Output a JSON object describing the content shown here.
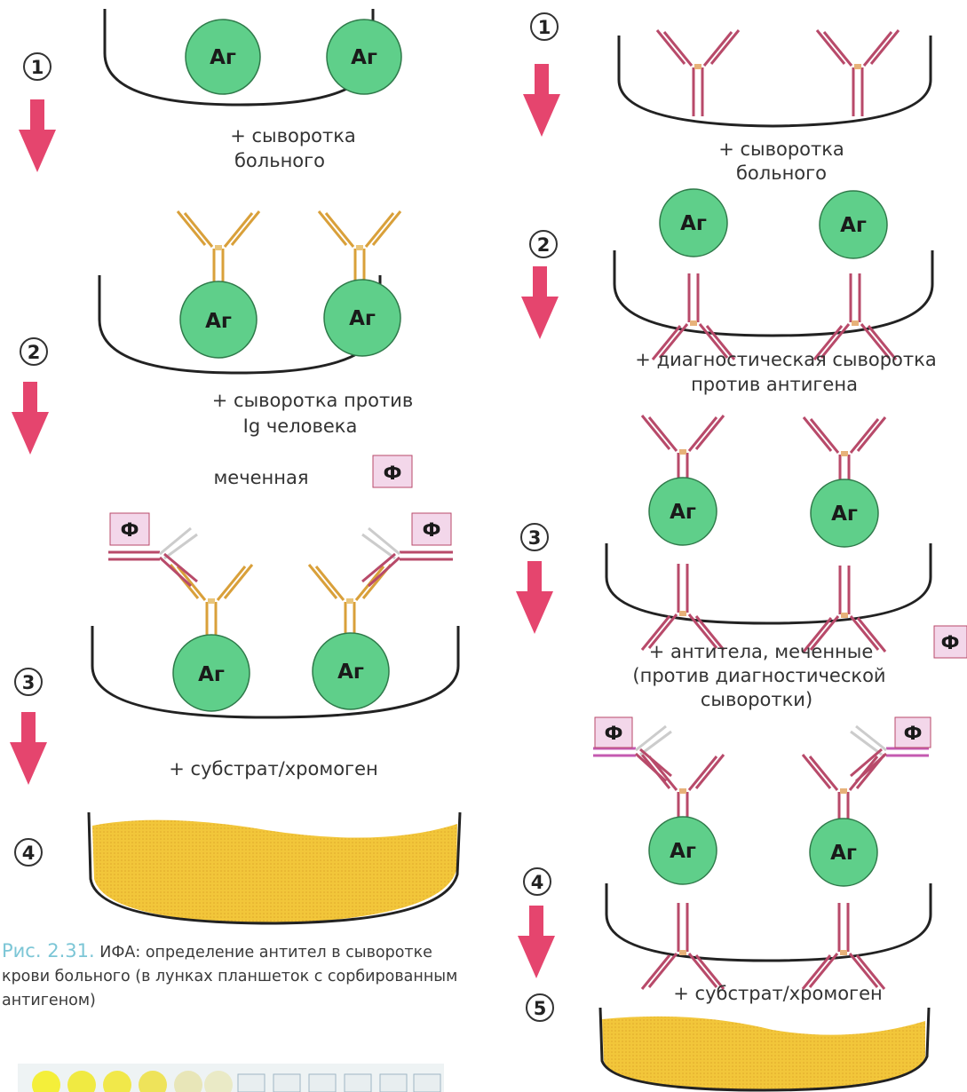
{
  "colors": {
    "antigen_fill": "#5fcf8a",
    "antigen_stroke": "#2f7a4a",
    "arrow": "#e5456e",
    "patient_antibody": "#d9a03a",
    "diagnostic_antibody": "#b84a6a",
    "substrate": "#f2c63a",
    "label_box": "#f3d7ea"
  },
  "symbols": {
    "antigen": "Аг",
    "label": "Ф"
  },
  "steps": [
    "1",
    "2",
    "3",
    "4",
    "5"
  ],
  "left": {
    "step1_text_l1": "+ сыворотка",
    "step1_text_l2": "больного",
    "step2_text_l1": "+ сыворотка против",
    "step2_text_l2": "Ig человека",
    "labeled": "меченная",
    "step3_text": "+ субстрат/хромоген"
  },
  "right": {
    "step1_text_l1": "+ сыворотка",
    "step1_text_l2": "больного",
    "step2_text_l1": "+ диагностическая сыворотка",
    "step2_text_l2": "против антигена",
    "step3_text_l1": "+ антитела, меченные",
    "step3_text_l2": "(против диагностической",
    "step3_text_l3": "сыворотки)",
    "step4_text": "+ субстрат/хромоген"
  },
  "caption": {
    "head": "Рис. 2.31.",
    "body": "ИФА: определение антител в сыворотке крови больного (в лунках планшеток с сорбированным антигеном)"
  }
}
